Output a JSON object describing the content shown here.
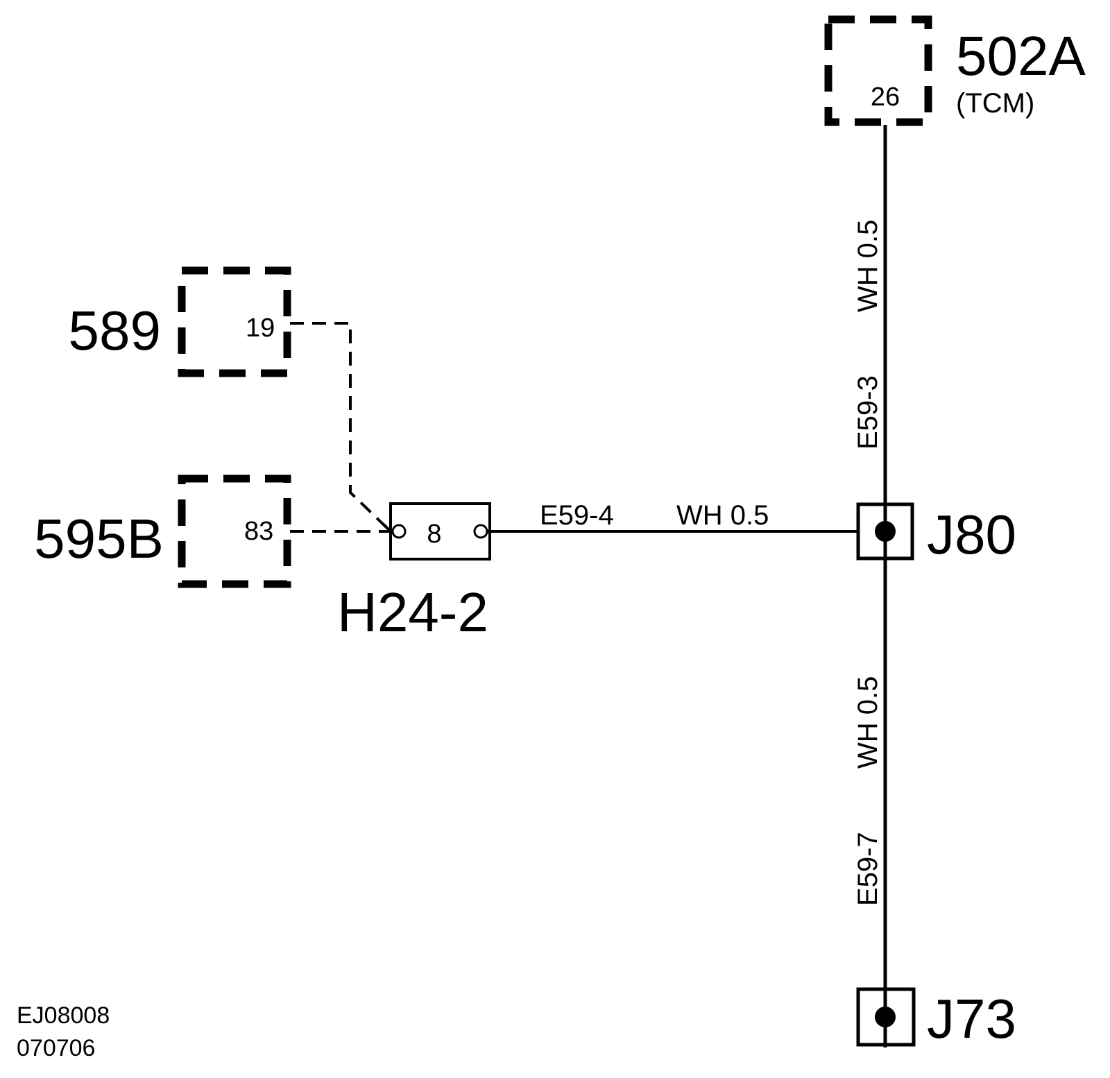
{
  "components": {
    "tcm": {
      "id": "502A",
      "sub": "(TCM)",
      "pin": "26"
    },
    "c589": {
      "id": "589",
      "pin": "19"
    },
    "c595b": {
      "id": "595B",
      "pin": "83"
    },
    "connector": {
      "id": "H24-2",
      "pin": "8"
    },
    "j80": {
      "id": "J80"
    },
    "j73": {
      "id": "J73"
    }
  },
  "wires": {
    "upper": {
      "circuit": "E59-3",
      "spec": "WH 0.5"
    },
    "horizontal": {
      "circuit": "E59-4",
      "spec": "WH 0.5"
    },
    "lower": {
      "circuit": "E59-7",
      "spec": "WH 0.5"
    }
  },
  "footer": {
    "code": "EJ08008",
    "date": "070706"
  },
  "colors": {
    "line": "#000000",
    "background": "#ffffff"
  }
}
